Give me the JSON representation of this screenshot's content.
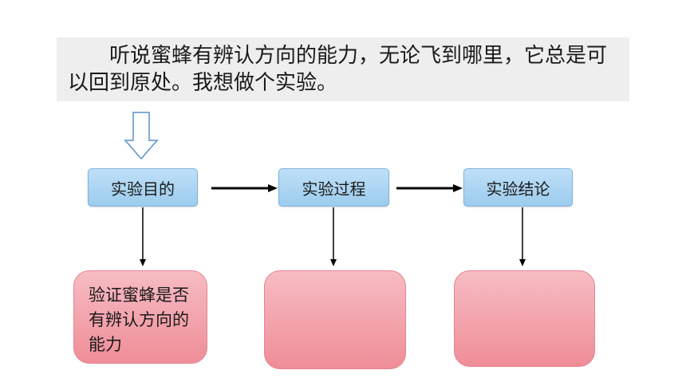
{
  "intro": {
    "text": "听说蜜蜂有辨认方向的能力，无论飞到哪里，它总是可以回到原处。我想做个实验。"
  },
  "steps": [
    {
      "label": "实验目的"
    },
    {
      "label": "实验过程"
    },
    {
      "label": "实验结论"
    }
  ],
  "results": [
    {
      "text": "验证蜜蜂是否有辨认方向的能力"
    },
    {
      "text": ""
    },
    {
      "text": ""
    }
  ],
  "colors": {
    "step_fill": "#a9d3f2",
    "result_fill": "#f3a4ae",
    "intro_bg": "#eeeeee"
  }
}
